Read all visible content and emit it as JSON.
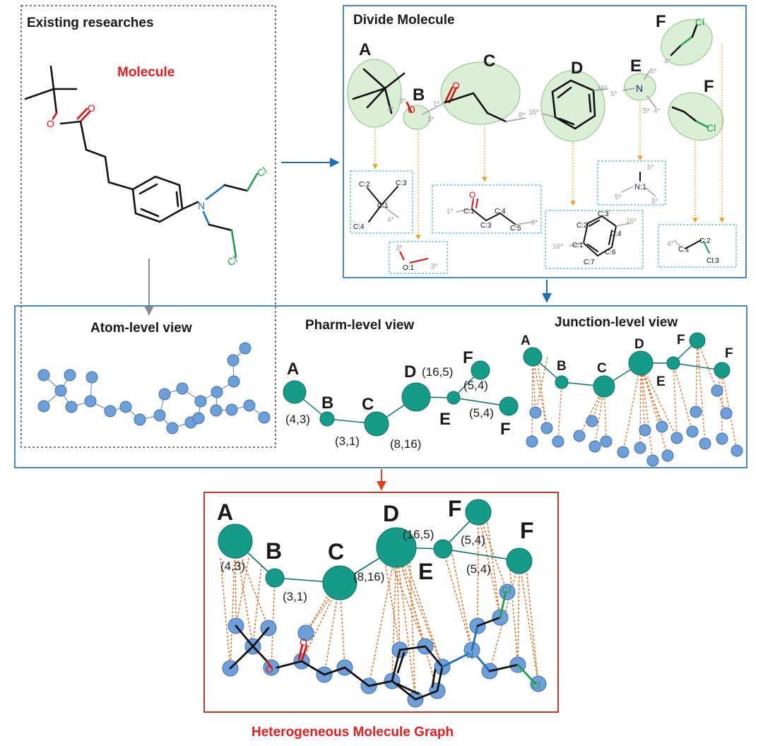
{
  "panels": {
    "existing": {
      "title": "Existing researches",
      "molecule_label": "Molecule"
    },
    "divide": {
      "title": "Divide Molecule"
    },
    "views": {
      "atom_title": "Atom-level view",
      "pharm_title": "Pharm-level view",
      "junction_title": "Junction-level view"
    },
    "hetero": {
      "caption": "Heterogeneous Molecule Graph"
    }
  },
  "atoms": {
    "O": "O",
    "N": "N",
    "Cl": "Cl"
  },
  "fragments": {
    "A": "A",
    "B": "B",
    "C": "C",
    "D": "D",
    "E": "E",
    "F": "F"
  },
  "attach": {
    "a_4": "4*",
    "b_3a": "3*",
    "b_3b": "3*",
    "c_1": "1*",
    "c_8": "8*",
    "d_16a": "16*",
    "d_16b": "16*",
    "e_5a": "5*",
    "e_5b": "5*",
    "e_5c": "5*",
    "f_4a": "4*",
    "f_4b": "4*"
  },
  "fragment_boxes": {
    "A": {
      "atoms": [
        "C:2",
        "C:3",
        "C:1",
        "C:4"
      ],
      "attach": "4*"
    },
    "B": {
      "atoms": [
        "O:1"
      ],
      "attach": [
        "3*",
        "3*"
      ]
    },
    "C": {
      "atoms": [
        "O",
        "C:1",
        "C:3",
        "C:4",
        "C:5"
      ],
      "attach": [
        "1*",
        "8*"
      ]
    },
    "D": {
      "atoms": [
        "C:3",
        "C:2",
        "C:4",
        "C:1",
        "C:6",
        "C:7"
      ],
      "attach": [
        "16*",
        "16*"
      ]
    },
    "E": {
      "atoms": [
        "N:1"
      ],
      "attach": [
        "5*",
        "5*",
        "5*"
      ]
    },
    "F": {
      "atoms": [
        "C:1",
        "C:2",
        "Cl:3"
      ],
      "attach": "4*"
    }
  },
  "edge_labels": {
    "ab": "(4,3)",
    "bc": "(3,1)",
    "cd": "(8,16)",
    "de": "(16,5)",
    "ef1": "(5,4)",
    "ef2": "(5,4)"
  },
  "colors": {
    "pharm_node": "#169b89",
    "pharm_stroke": "#0b6e60",
    "atom_node": "#6f9fd8",
    "atom_stroke": "#3f6fa8",
    "blue_frame": "#4a86c8",
    "red_frame": "#c0392b",
    "red_text": "#e02020",
    "arrow_blue": "#1f6fb8",
    "dash_orange": "#e06a1a",
    "oxygen": "#e01010",
    "nitrogen": "#1f6fb8",
    "chlorine": "#1aa050"
  }
}
